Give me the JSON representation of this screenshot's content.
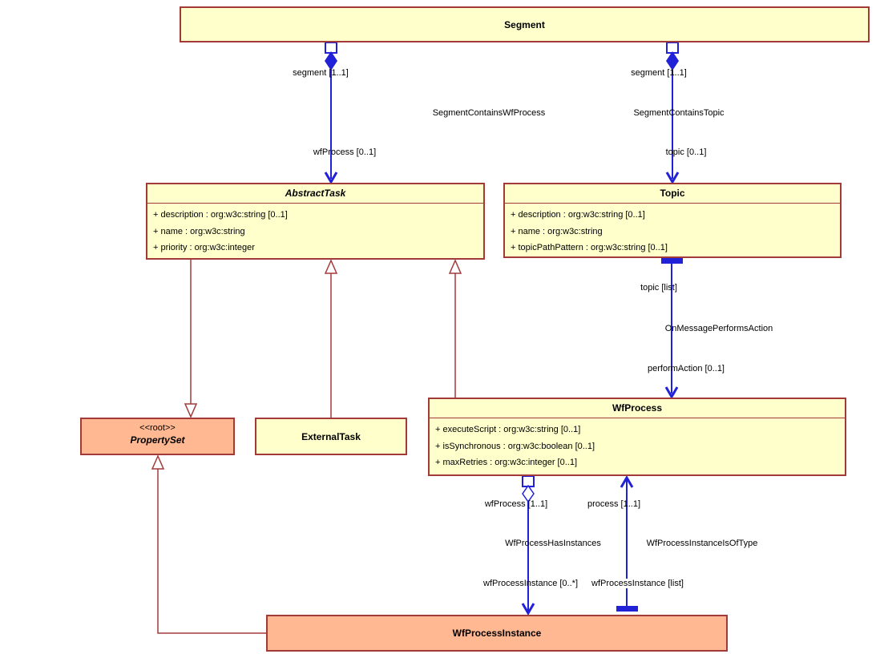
{
  "diagram": {
    "classes": {
      "segment": {
        "name": "Segment"
      },
      "abstractTask": {
        "name": "AbstractTask",
        "attributes": [
          "+ description : org:w3c:string [0..1]",
          "+ name : org:w3c:string",
          "+ priority : org:w3c:integer"
        ]
      },
      "topic": {
        "name": "Topic",
        "attributes": [
          "+ description : org:w3c:string [0..1]",
          "+ name : org:w3c:string",
          "+ topicPathPattern : org:w3c:string [0..1]"
        ]
      },
      "propertySet": {
        "stereotype": "<<root>>",
        "name": "PropertySet"
      },
      "externalTask": {
        "name": "ExternalTask"
      },
      "wfProcess": {
        "name": "WfProcess",
        "attributes": [
          "+ executeScript : org:w3c:string [0..1]",
          "+ isSynchronous : org:w3c:boolean [0..1]",
          "+ maxRetries : org:w3c:integer [0..1]"
        ]
      },
      "wfProcessInstance": {
        "name": "WfProcessInstance"
      }
    },
    "associations": {
      "segmentContainsWfProcess": {
        "name": "SegmentContainsWfProcess",
        "sourceRole": "segment [1..1]",
        "targetRole": "wfProcess [0..1]"
      },
      "segmentContainsTopic": {
        "name": "SegmentContainsTopic",
        "sourceRole": "segment [1..1]",
        "targetRole": "topic [0..1]"
      },
      "onMessagePerformsAction": {
        "name": "OnMessagePerformsAction",
        "sourceRole": "topic [list]",
        "targetRole": "performAction [0..1]"
      },
      "wfProcessHasInstances": {
        "name": "WfProcessHasInstances",
        "sourceRole": "wfProcess [1..1]",
        "targetRole": "wfProcessInstance [0..*]"
      },
      "wfProcessInstanceIsOfType": {
        "name": "WfProcessInstanceIsOfType",
        "sourceRole": "process [1..1]",
        "targetRole": "wfProcessInstance [list]"
      }
    },
    "colors": {
      "classFill": "#FFFFCC",
      "rootClassFill": "#FFB892",
      "classBorder": "#A33A3A",
      "generalizationLine": "#A33A3A",
      "associationLine": "#2121D8",
      "text": "#000000",
      "background": "#FFFFFF"
    }
  }
}
